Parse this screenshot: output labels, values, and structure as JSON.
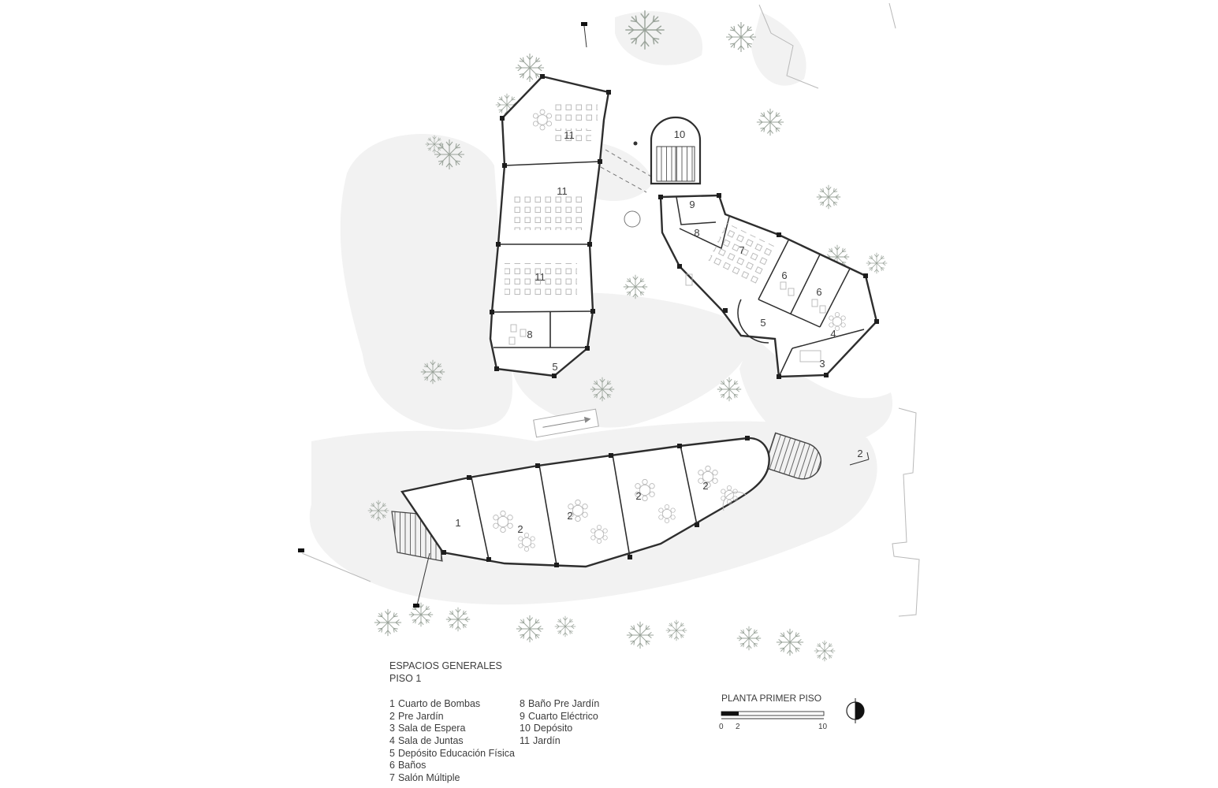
{
  "colors": {
    "ink": "#2e2e2e",
    "ground": "#f2f2f2",
    "tree": "#9aa39a",
    "furniture": "#b5b5b5"
  },
  "legend": {
    "title_line1": "ESPACIOS GENERALES",
    "title_line2": "PISO 1",
    "col1": [
      {
        "num": "1",
        "name": "Cuarto de Bombas"
      },
      {
        "num": "2",
        "name": "Pre Jardín"
      },
      {
        "num": "3",
        "name": "Sala de Espera"
      },
      {
        "num": "4",
        "name": "Sala de Juntas"
      },
      {
        "num": "5",
        "name": "Depósito Educación Física"
      },
      {
        "num": "6",
        "name": "Baños"
      },
      {
        "num": "7",
        "name": "Salón Múltiple"
      }
    ],
    "col2": [
      {
        "num": "8",
        "name": "Baño Pre Jardín"
      },
      {
        "num": "9",
        "name": "Cuarto Eléctrico"
      },
      {
        "num": "10",
        "name": "Depósito"
      },
      {
        "num": "11",
        "name": "Jardín"
      }
    ]
  },
  "scalebar": {
    "label": "PLANTA PRIMER PISO",
    "ticks": [
      "0",
      "2",
      "10"
    ]
  },
  "plan": {
    "room_labels": [
      {
        "text": "11"
      },
      {
        "text": "10"
      },
      {
        "text": "11"
      },
      {
        "text": "9"
      },
      {
        "text": "8"
      },
      {
        "text": "7"
      },
      {
        "text": "6"
      },
      {
        "text": "6"
      },
      {
        "text": "11"
      },
      {
        "text": "5"
      },
      {
        "text": "4"
      },
      {
        "text": "8"
      },
      {
        "text": "3"
      },
      {
        "text": "5"
      },
      {
        "text": "1"
      },
      {
        "text": "2"
      },
      {
        "text": "2"
      },
      {
        "text": "2"
      },
      {
        "text": "2"
      }
    ],
    "section_marker": "2"
  }
}
